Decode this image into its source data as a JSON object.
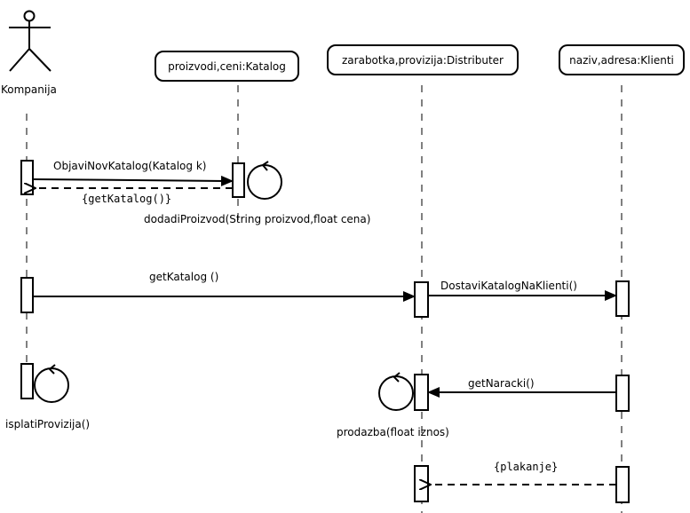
{
  "diagram": {
    "type": "UML sequence diagram",
    "actor": {
      "name": "Kompanija"
    },
    "lifelines": [
      {
        "id": "katalog",
        "label": "proizvodi,ceni:Katalog"
      },
      {
        "id": "distributer",
        "label": "zarabotka,provizija:Distributer"
      },
      {
        "id": "klienti",
        "label": "naziv,adresa:Klienti"
      }
    ],
    "messages": [
      {
        "label": "ObjaviNovKatalog(Katalog k)",
        "from": "Kompanija",
        "to": "katalog",
        "kind": "synchronous"
      },
      {
        "label": "{getKatalog()}",
        "from": "katalog",
        "to": "Kompanija",
        "kind": "return"
      },
      {
        "label": "dodadiProizvod(String proizvod,float cena)",
        "from": "katalog",
        "to": "katalog",
        "kind": "self"
      },
      {
        "label": "getKatalog ()",
        "from": "Kompanija",
        "to": "distributer",
        "kind": "synchronous"
      },
      {
        "label": "DostaviKatalogNaKlienti()",
        "from": "distributer",
        "to": "klienti",
        "kind": "synchronous"
      },
      {
        "label": "isplatiProvizija()",
        "from": "Kompanija",
        "to": "Kompanija",
        "kind": "self"
      },
      {
        "label": "getNaracki()",
        "from": "klienti",
        "to": "distributer",
        "kind": "synchronous"
      },
      {
        "label": "prodazba(float iznos)",
        "from": "distributer",
        "to": "distributer",
        "kind": "self"
      },
      {
        "label": "{plakanje}",
        "from": "klienti",
        "to": "distributer",
        "kind": "return"
      }
    ]
  }
}
